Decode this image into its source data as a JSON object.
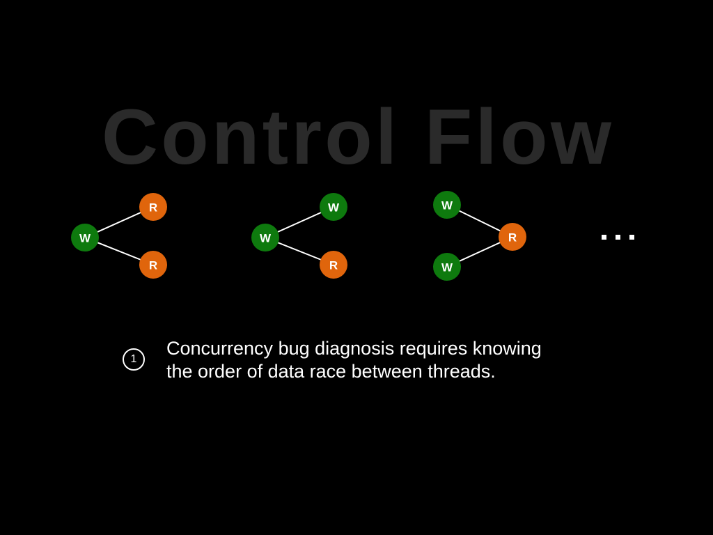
{
  "background_title": "Control Flow",
  "colors": {
    "write": "#0e7a0e",
    "read": "#e0650c",
    "background": "#000000",
    "title": "#2a2a2a"
  },
  "groups": [
    {
      "root": "W",
      "top": "R",
      "bottom": "R"
    },
    {
      "root": "W",
      "top": "W",
      "bottom": "R"
    },
    {
      "top": "W",
      "root": "R",
      "bottom": "W"
    }
  ],
  "ellipsis": "...",
  "note": {
    "number": "1",
    "line1": "Concurrency bug diagnosis requires knowing",
    "line2": "the order of data race between threads."
  }
}
